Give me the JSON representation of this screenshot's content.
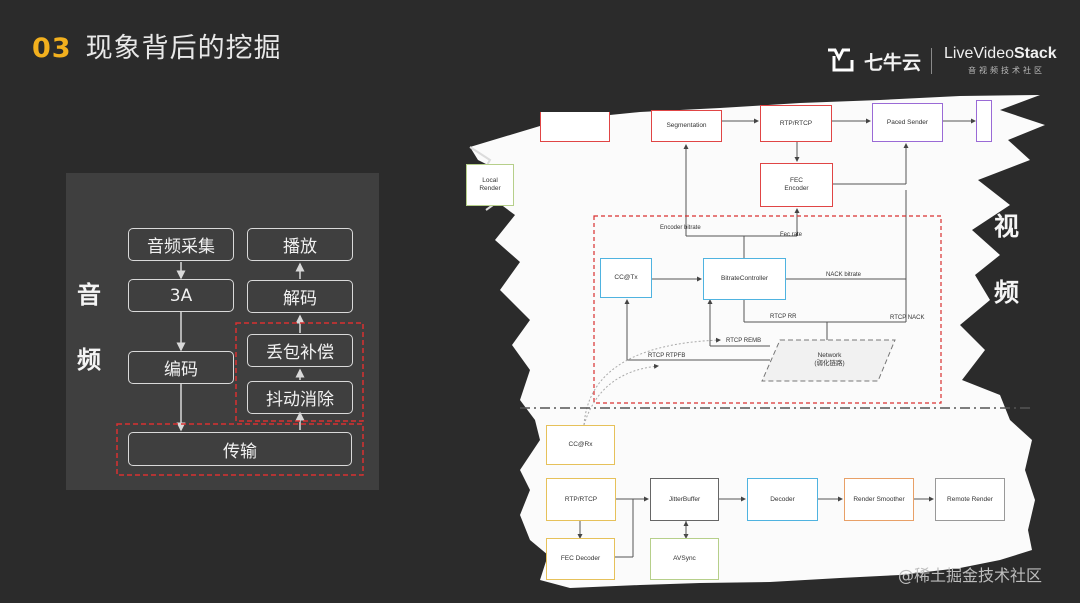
{
  "slide": {
    "number": "03",
    "title": "现象背后的挖掘"
  },
  "logo": {
    "qiniu": "七牛云",
    "livevideostack_prefix": "LiveVideo",
    "livevideostack_suffix": "Stack",
    "subtitle": "音视频技术社区"
  },
  "audio": {
    "side_label_1": "音",
    "side_label_2": "频",
    "boxes": {
      "capture": "音频采集",
      "a3": "3A",
      "encode": "编码",
      "transport": "传输",
      "play": "播放",
      "decode": "解码",
      "plc": "丢包补偿",
      "jitter": "抖动消除"
    }
  },
  "video": {
    "side_label_1": "视",
    "side_label_2": "频",
    "nodes": {
      "segmentation": "Segmentation",
      "rtp_rtcp_top": "RTP/RTCP",
      "paced_sender": "Paced Sender",
      "local_render": "Local\nRender",
      "fec_encoder": "FEC\nEncoder",
      "cc_tx": "CC@Tx",
      "bitrate_controller": "BitrateController",
      "network": "Network\n(弱化链路)",
      "cc_rx": "CC@Rx",
      "rtp_rtcp_bottom": "RTP/RTCP",
      "jitter_buffer": "JitterBuffer",
      "decoder": "Decoder",
      "render_smoother": "Render Smoother",
      "remote_render": "Remote Render",
      "fec_decoder": "FEC Decoder",
      "av_sync": "AVSync"
    },
    "edge_labels": {
      "encoder_bitrate": "Encoder bitrate",
      "fec_rate": "Fec rate",
      "nack_bitrate": "NACK bitrate",
      "rtcp_rr": "RTCP RR",
      "rtcp_nack": "RTCP NACK",
      "rtcp_remb": "RTCP REMB",
      "rtcp_rtpfb": "RTCP RTPFB"
    }
  },
  "watermark": "@稀土掘金技术社区",
  "colors": {
    "accent": "#f2b01e",
    "dash_red": "#d93030",
    "bg": "#2a2a2a",
    "panel": "#3f3f3f"
  }
}
